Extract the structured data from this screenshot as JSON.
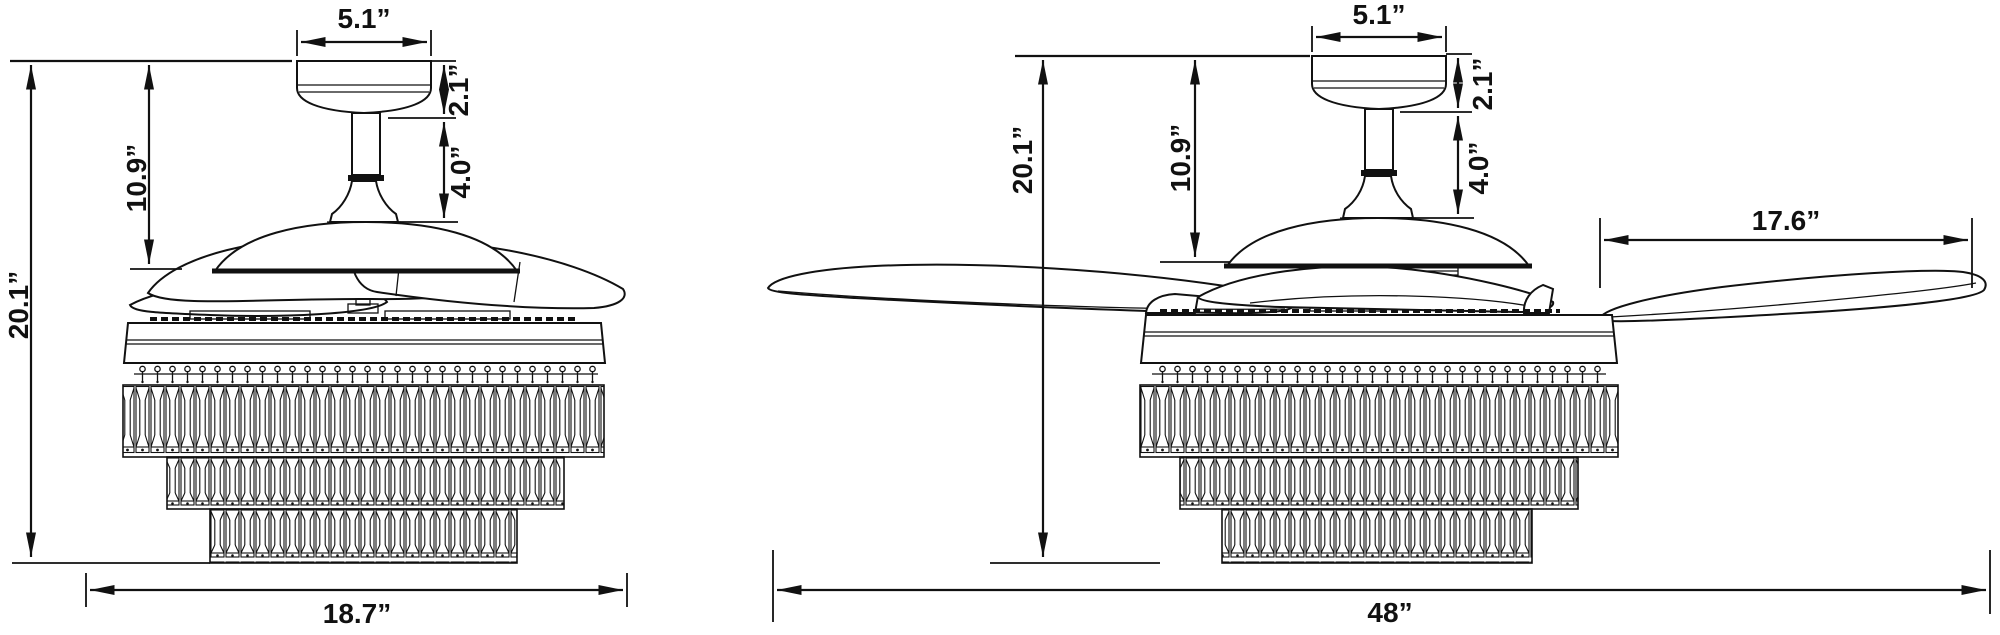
{
  "colors": {
    "ink": "#111111",
    "paper": "#ffffff"
  },
  "views": {
    "retracted": {
      "dimensions": {
        "canopy_width": "5.1”",
        "canopy_height": "2.1”",
        "downrod_length": "4.0”",
        "ceiling_to_housing": "10.9”",
        "overall_height": "20.1”",
        "closed_width": "18.7”"
      }
    },
    "extended": {
      "dimensions": {
        "canopy_width": "5.1”",
        "canopy_height": "2.1”",
        "downrod_length": "4.0”",
        "ceiling_to_housing": "10.9”",
        "overall_height": "20.1”",
        "blade_length": "17.6”",
        "blade_span": "48”"
      }
    }
  }
}
